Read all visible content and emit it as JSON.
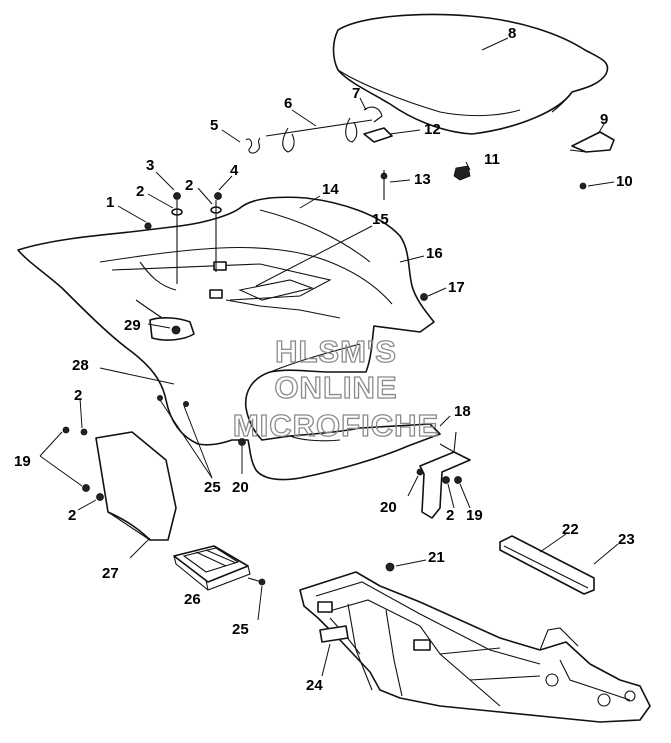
{
  "watermark": {
    "line1": "HLSM'S",
    "line2": "ONLINE",
    "line3": "MICROFICHE"
  },
  "callouts": [
    {
      "id": "c1",
      "text": "1"
    },
    {
      "id": "c2a",
      "text": "2"
    },
    {
      "id": "c2b",
      "text": "2"
    },
    {
      "id": "c2c",
      "text": "2"
    },
    {
      "id": "c2d",
      "text": "2"
    },
    {
      "id": "c2e",
      "text": "2"
    },
    {
      "id": "c3",
      "text": "3"
    },
    {
      "id": "c4",
      "text": "4"
    },
    {
      "id": "c5",
      "text": "5"
    },
    {
      "id": "c6",
      "text": "6"
    },
    {
      "id": "c7",
      "text": "7"
    },
    {
      "id": "c8",
      "text": "8"
    },
    {
      "id": "c9",
      "text": "9"
    },
    {
      "id": "c10",
      "text": "10"
    },
    {
      "id": "c11",
      "text": "11"
    },
    {
      "id": "c12",
      "text": "12"
    },
    {
      "id": "c13",
      "text": "13"
    },
    {
      "id": "c14",
      "text": "14"
    },
    {
      "id": "c15",
      "text": "15"
    },
    {
      "id": "c16",
      "text": "16"
    },
    {
      "id": "c17",
      "text": "17"
    },
    {
      "id": "c18",
      "text": "18"
    },
    {
      "id": "c19a",
      "text": "19"
    },
    {
      "id": "c19b",
      "text": "19"
    },
    {
      "id": "c20a",
      "text": "20"
    },
    {
      "id": "c20b",
      "text": "20"
    },
    {
      "id": "c21",
      "text": "21"
    },
    {
      "id": "c22",
      "text": "22"
    },
    {
      "id": "c23",
      "text": "23"
    },
    {
      "id": "c24",
      "text": "24"
    },
    {
      "id": "c25a",
      "text": "25"
    },
    {
      "id": "c25b",
      "text": "25"
    },
    {
      "id": "c26",
      "text": "26"
    },
    {
      "id": "c27",
      "text": "27"
    },
    {
      "id": "c28",
      "text": "28"
    },
    {
      "id": "c29",
      "text": "29"
    }
  ]
}
